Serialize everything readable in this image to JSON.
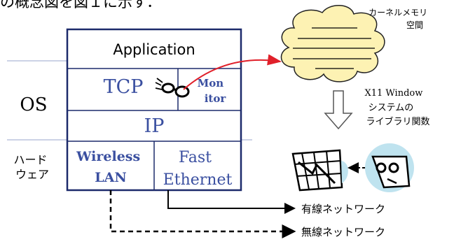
{
  "header_text": "の概念図を図１に示す．",
  "kernel_label": "カーネルメモリ\n空間",
  "x11_label": "X11 Window\nシステムの\nライブラリ関数",
  "layers": {
    "application": "Application",
    "tcp": "TCP",
    "monitor": "Mon\nitor",
    "ip": "IP",
    "wireless": "Wireless\nLAN",
    "fast": "Fast\nEthernet"
  },
  "side_labels": {
    "os": "OS",
    "hardware": "ハード\nウェア"
  },
  "networks": {
    "wired": "有線ネットワーク",
    "wireless": "無線ネットワーク"
  },
  "colors": {
    "box": "#1c2a6b",
    "blue_text": "#3a4fa0",
    "red_arrow": "#e0202a",
    "cloud_fill": "#fdf2b3",
    "bubble_fill": "#bfe3ef"
  }
}
